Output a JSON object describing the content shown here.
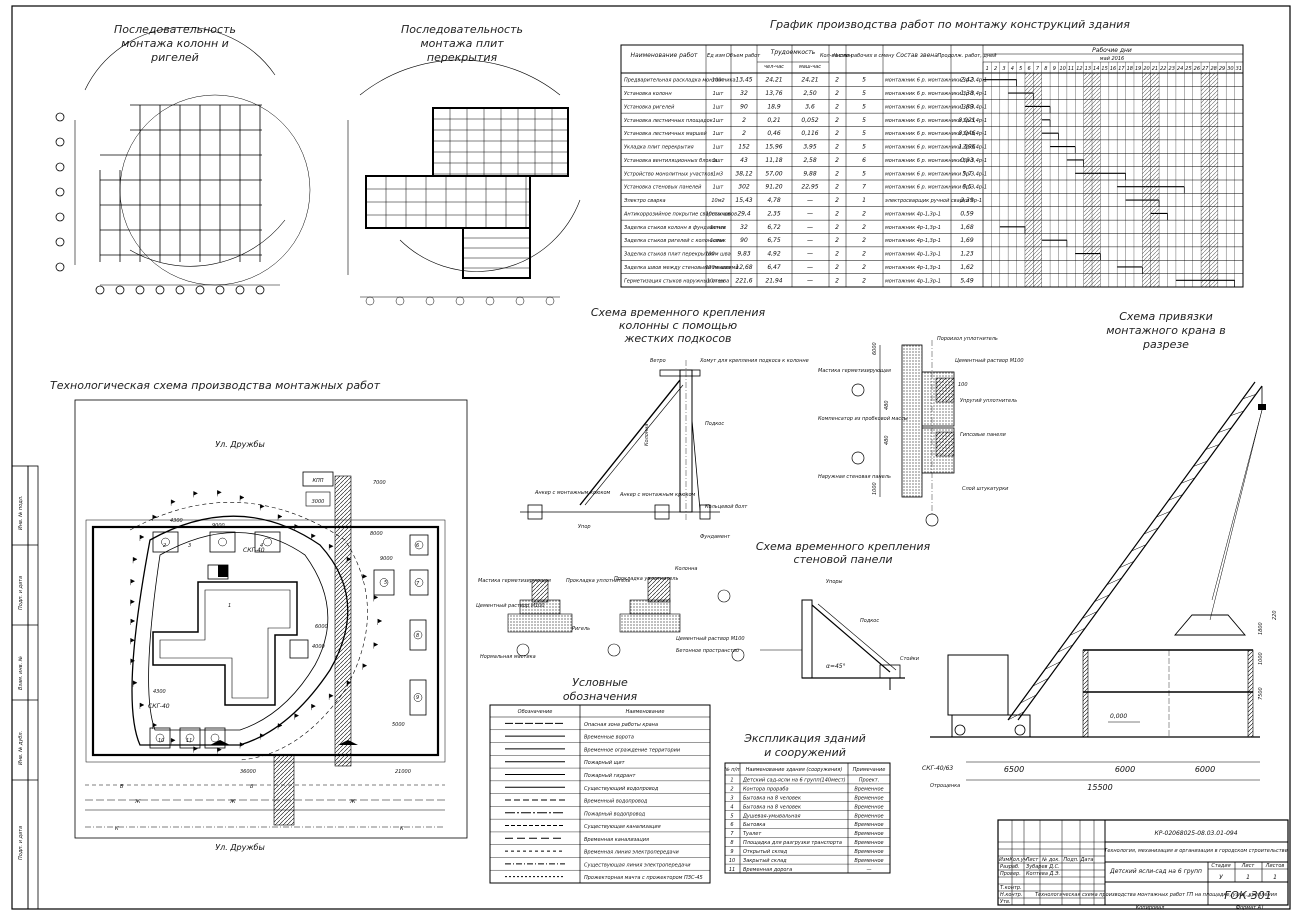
{
  "titles": {
    "columns_seq": [
      "Последовательность",
      "монтажа колонн и",
      "ригелей"
    ],
    "slabs_seq": [
      "Последовательность",
      "монтажа плит",
      "перекрытия"
    ],
    "schedule": "График производства работ по монтажу конструкций здания",
    "tech_scheme": "Технологическая схема производства монтажных работ",
    "col_brace": [
      "Схема временного крепления",
      "колонны с помощью",
      "жестких подкосов"
    ],
    "crane_ref": [
      "Схема привязки",
      "монтажного крана в",
      "разрезе"
    ],
    "wall_brace": [
      "Схема временного крепления",
      "стеновой панели"
    ],
    "legend": [
      "Условные",
      "обозначения"
    ],
    "explication": [
      "Экспликация зданий",
      "и сооружений"
    ]
  },
  "schedule": {
    "headers": [
      "Наименование работ",
      "Ед изм",
      "Объем работ",
      "Трудоемкость",
      "Кол-во смен",
      "Число рабочих в смену",
      "Состав звена",
      "Продолж. работ, дней",
      "Рабочие дни"
    ],
    "labor_sub": [
      "чел-час",
      "маш-час"
    ],
    "month": "май 2016",
    "days": [
      "1",
      "2",
      "3",
      "4",
      "5",
      "6",
      "7",
      "8",
      "9",
      "10",
      "11",
      "12",
      "13",
      "14",
      "15",
      "16",
      "17",
      "18",
      "19",
      "20",
      "21",
      "22",
      "23",
      "24",
      "25",
      "26",
      "27",
      "28",
      "29",
      "30",
      "31"
    ],
    "rows": [
      {
        "name": "Предварительная раскладка монтажника",
        "unit": "100т",
        "vol": "13,45",
        "h1": "24,21",
        "h2": "24,21",
        "sh": "2",
        "w": "5",
        "crew": "монтажник 6 р. монтажники 3р-3,4р-1",
        "dur": "2,42"
      },
      {
        "name": "Установка колонн",
        "unit": "1шт",
        "vol": "32",
        "h1": "13,76",
        "h2": "2,50",
        "sh": "2",
        "w": "5",
        "crew": "монтажник 6 р. монтажники 3р-3,4р-1",
        "dur": "1,38"
      },
      {
        "name": "Установка ригелей",
        "unit": "1шт",
        "vol": "90",
        "h1": "18,9",
        "h2": "3,6",
        "sh": "2",
        "w": "5",
        "crew": "монтажник 6 р. монтажники 3р-3,4р-1",
        "dur": "1,89"
      },
      {
        "name": "Установка лестничных площадок",
        "unit": "1шт",
        "vol": "2",
        "h1": "0,21",
        "h2": "0,052",
        "sh": "2",
        "w": "5",
        "crew": "монтажник 6 р. монтажники 3р-3,4р-1",
        "dur": "0,021"
      },
      {
        "name": "Установка лестничных маршей",
        "unit": "1шт",
        "vol": "2",
        "h1": "0,46",
        "h2": "0,116",
        "sh": "2",
        "w": "5",
        "crew": "монтажник 6 р. монтажники 3р-3,4р-1",
        "dur": "0,046"
      },
      {
        "name": "Укладка плит перекрытия",
        "unit": "1шт",
        "vol": "152",
        "h1": "15,96",
        "h2": "3,95",
        "sh": "2",
        "w": "5",
        "crew": "монтажник 6 р. монтажники 3р-3,4р-1",
        "dur": "1,596"
      },
      {
        "name": "Установка вентиляционных блоков",
        "unit": "1шт",
        "vol": "43",
        "h1": "11,18",
        "h2": "2,58",
        "sh": "2",
        "w": "6",
        "crew": "монтажник 6 р. монтажники 3р-3,4р-1",
        "dur": "0,93"
      },
      {
        "name": "Устройство монолитных участков",
        "unit": "1м3",
        "vol": "38,12",
        "h1": "57,00",
        "h2": "9,88",
        "sh": "2",
        "w": "5",
        "crew": "монтажник 6 р. монтажники 3р-3,4р-1",
        "dur": "5,7"
      },
      {
        "name": "Установка стеновых панелей",
        "unit": "1шт",
        "vol": "302",
        "h1": "91,20",
        "h2": "22,95",
        "sh": "2",
        "w": "7",
        "crew": "монтажник 6 р. монтажники 3р-3,4р-1",
        "dur": "6,5"
      },
      {
        "name": "Электро сварка",
        "unit": "10м2",
        "vol": "15,43",
        "h1": "4,78",
        "h2": "—",
        "sh": "2",
        "w": "1",
        "crew": "электросварщик ручной сварки 5р-1",
        "dur": "2,39"
      },
      {
        "name": "Антикоррозийное покрытие сварных швов",
        "unit": "10стыков",
        "vol": "29,4",
        "h1": "2,35",
        "h2": "—",
        "sh": "2",
        "w": "2",
        "crew": "монтажник 4р-1,3р-1",
        "dur": "0,59"
      },
      {
        "name": "Заделка стыков колонн в фундаменте",
        "unit": "1стык",
        "vol": "32",
        "h1": "6,72",
        "h2": "—",
        "sh": "2",
        "w": "2",
        "crew": "монтажник 4р-1,3р-1",
        "dur": "1,68"
      },
      {
        "name": "Заделка стыков ригелей с колоннами",
        "unit": "1стык",
        "vol": "90",
        "h1": "6,75",
        "h2": "—",
        "sh": "2",
        "w": "2",
        "crew": "монтажник 4р-1,3р-1",
        "dur": "1,69"
      },
      {
        "name": "Заделка стыков плит перекрытия",
        "unit": "100м шва",
        "vol": "9,83",
        "h1": "4,92",
        "h2": "—",
        "sh": "2",
        "w": "2",
        "crew": "монтажник 4р-1,3р-1",
        "dur": "1,23"
      },
      {
        "name": "Заделка швов между стеновыми панелями",
        "unit": "100м шва",
        "vol": "12,68",
        "h1": "6,47",
        "h2": "—",
        "sh": "2",
        "w": "2",
        "crew": "монтажник 4р-1,3р-1",
        "dur": "1,62"
      },
      {
        "name": "Герметизация стыков наружных стен",
        "unit": "10м шва",
        "vol": "221,6",
        "h1": "21,94",
        "h2": "—",
        "sh": "2",
        "w": "2",
        "crew": "монтажник 4р-1,3р-1",
        "dur": "5,49"
      }
    ]
  },
  "legend": {
    "headers": [
      "Обозначение",
      "Наименование"
    ],
    "items": [
      "Опасная зона работы крана",
      "Временные ворота",
      "Временное ограждение территории",
      "Пожарный щит",
      "Пожарный гидрант",
      "Существующий водопровод",
      "Временный водопровод",
      "Пожарный водопровод",
      "Существующая канализация",
      "Временная канализация",
      "Временная линия электропередачи",
      "Существующая линия электропередачи",
      "Прожекторная мачта с прожектором ПЗС-45"
    ]
  },
  "explication": {
    "headers": [
      "№ п/п",
      "Наименование здания (сооружения)",
      "Примечание"
    ],
    "rows": [
      {
        "n": "1",
        "name": "Детский сад-ясли на 6 групп(140мест)",
        "note": "Проект."
      },
      {
        "n": "2",
        "name": "Контора прораба",
        "note": "Временное"
      },
      {
        "n": "3",
        "name": "Бытовка на 8 человек",
        "note": "Временное"
      },
      {
        "n": "4",
        "name": "Бытовка на 8 человек",
        "note": "Временное"
      },
      {
        "n": "5",
        "name": "Душевая-умывальная",
        "note": "Временное"
      },
      {
        "n": "6",
        "name": "Бытовка",
        "note": "Временное"
      },
      {
        "n": "7",
        "name": "Туалет",
        "note": "Временное"
      },
      {
        "n": "8",
        "name": "Площадка для разгрузки транспорта",
        "note": "Временное"
      },
      {
        "n": "9",
        "name": "Открытый склад",
        "note": "Временное"
      },
      {
        "n": "10",
        "name": "Закрытый склад",
        "note": "Временное"
      },
      {
        "n": "11",
        "name": "Временная дорога",
        "note": "—"
      }
    ]
  },
  "site": {
    "street_top": "Ул. Дружбы",
    "street_bottom": "Ул. Дружбы",
    "kpp": "КПП",
    "kpp_dim": "3000",
    "dims": [
      "7000",
      "9000",
      "4300",
      "9000",
      "6000",
      "4300",
      "5000",
      "8000",
      "4000",
      "36000",
      "21000"
    ],
    "crane_labels": [
      "СКГ-40",
      "СКГ-40"
    ],
    "util": [
      "В",
      "В",
      "Ж",
      "Ж",
      "Ж",
      "К",
      "К"
    ],
    "numbers": [
      "1",
      "2",
      "3",
      "4",
      "5",
      "6",
      "7",
      "8",
      "9",
      "10",
      "11"
    ]
  },
  "crane": {
    "dims": [
      "6500",
      "6000",
      "6000",
      "15500"
    ],
    "vdims": [
      "7500",
      "1000",
      "1800",
      "220"
    ],
    "zero": "0,000",
    "model": "СКГ-40/63",
    "axis": "Отрощенка"
  },
  "wall": {
    "labels": [
      "Упоры",
      "Подкос",
      "Стойки"
    ],
    "angle": "α=45°"
  },
  "col": {
    "labels": [
      "Ветро",
      "Колонна",
      "Подкос",
      "Анкер с монтажным крюком",
      "Анкер с монтажным крюком",
      "Хомут для крепления подкоса к колонне",
      "Кольцевой болт",
      "Фундамент",
      "Упор"
    ]
  },
  "node": {
    "labels": [
      "Мастика герметизирующая",
      "Пороизол уплотнитель",
      "Цементный раствор М100",
      "Компенсатор из пробковой массы",
      "Наружная стеновая панель",
      "Слой штукатурки",
      "Упругий уплотнитель",
      "Гипсовые панели"
    ],
    "dims": [
      "6000",
      "480",
      "480",
      "100",
      "1000"
    ]
  },
  "joints": {
    "labels": [
      "Мастика герметизирующая",
      "Прокладка уплотнитель",
      "Цементный раствор М100",
      "Ригель",
      "Колонна",
      "Прокладка уплотнитель",
      "Нормальная мастика",
      "Цементный раствор М100",
      "Бетонное пространство"
    ]
  },
  "stamp": {
    "code": "КР-02068025-08.03.01-094",
    "subtitle": "Технология, механизация и организация в городском строительстве",
    "object": "Детский ясли-сад на 6 групп",
    "sheet_title": "Технологическая схема производства монтажных работ ГП на площадке, узлы, крепления",
    "stage": "У",
    "sheet": "1",
    "sheets": "1",
    "org": "ГОК-301",
    "copy": "Копировал",
    "format": "Формат А1",
    "cols": [
      "Изм.",
      "Кол.уч",
      "Лист",
      "№ док.",
      "Подп.",
      "Дата"
    ],
    "names": [
      "Разраб.",
      "Провер.",
      "Т.контр.",
      "Н.контр.",
      "Утв."
    ],
    "students": [
      "Зубарев Д.С.",
      "Коптева Д.Э."
    ],
    "stage_h": [
      "Стадия",
      "Лист",
      "Листов"
    ]
  },
  "side": [
    "Инв. № подл.",
    "Подп. и дата",
    "Взам. инв. №",
    "Инв. № дубл.",
    "Подп. и дата"
  ]
}
